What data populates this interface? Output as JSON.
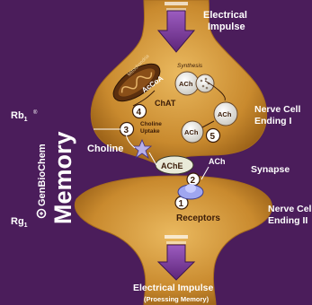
{
  "colors": {
    "background": "#4b1d5b",
    "neuron": "#c9892e",
    "neuron_light": "#e7b45a",
    "arrow": "#7a3a9a",
    "circle_fill": "#efe9d6",
    "text_light": "#ffffff",
    "text_dark": "#3b1c08"
  },
  "labels": {
    "electrical_impulse_top": [
      "Electrical",
      "Impulse"
    ],
    "nerve_ending_1": [
      "Nerve Cell",
      "Ending I"
    ],
    "synapse": "Synapse",
    "nerve_ending_2": [
      "Nerve Cell",
      "Ending II"
    ],
    "electrical_impulse_bottom": "Electrical Impulse",
    "processing_memory": "(Proessing Memory)",
    "choline": "Choline",
    "ach": "ACh",
    "ache": "AChE",
    "receptors": "Receptors",
    "chat": "ChAT",
    "synthesis": "Synthesis",
    "choline_uptake": [
      "Choline",
      "Uptake"
    ],
    "mitochondria": "Mitochondria",
    "acoa": "AcCoA",
    "ach_in_vesicle": "ACh"
  },
  "brand": {
    "rb": "Rb",
    "rb_sub": "1",
    "rg": "Rg",
    "rg_sub": "1",
    "name": "GenBioChem",
    "registered": "®",
    "memory": "Memory"
  },
  "steps": [
    "1",
    "2",
    "3",
    "4",
    "5"
  ]
}
